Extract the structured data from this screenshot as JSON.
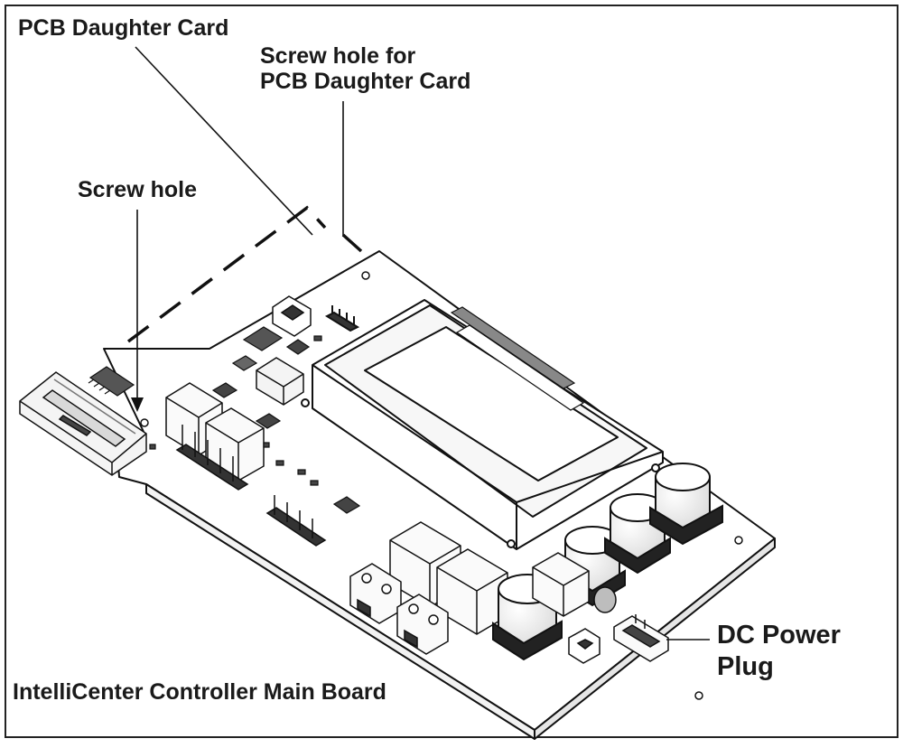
{
  "diagram": {
    "callouts": {
      "daughter_card": "PCB Daughter Card",
      "daughter_screw_line1": "Screw hole for",
      "daughter_screw_line2": "PCB Daughter Card",
      "screw_hole": "Screw hole",
      "dc_power_line1": "DC Power",
      "dc_power_line2": "Plug",
      "main_board": "IntelliCenter Controller Main Board"
    }
  }
}
